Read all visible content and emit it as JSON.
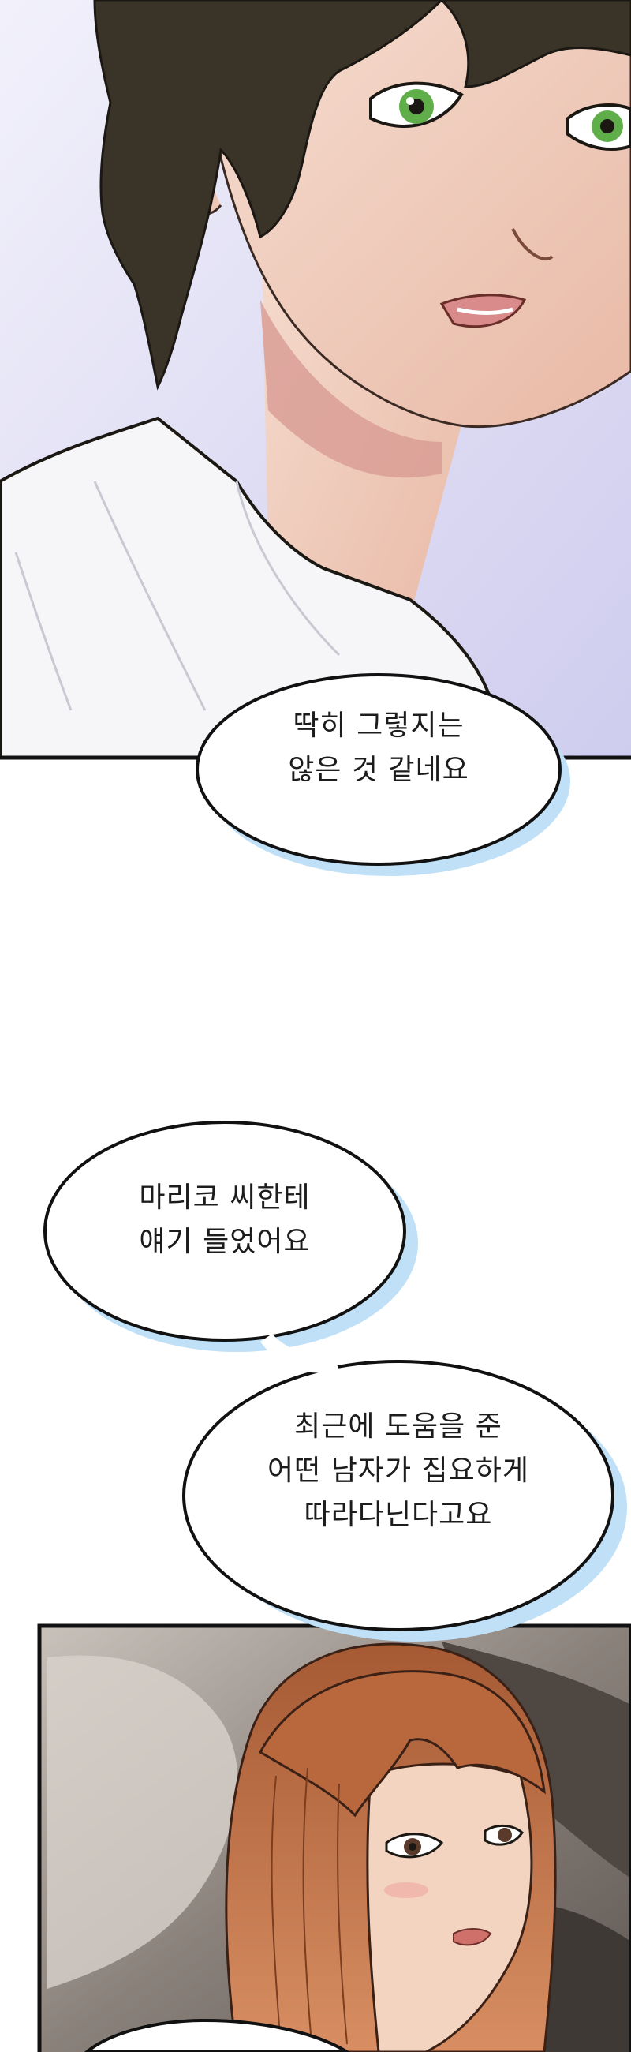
{
  "page": {
    "title": ""
  },
  "panels": [
    {
      "name": "panel-man-closeup"
    },
    {
      "name": "panel-woman-closeup"
    }
  ],
  "bubbles": [
    {
      "lines": [
        "딱히 그렇지는",
        "않은 것 같네요"
      ]
    },
    {
      "lines": [
        "마리코 씨한테",
        "얘기 들었어요"
      ]
    },
    {
      "lines": [
        "최근에 도움을 준",
        "어떤 남자가 집요하게",
        "따라다닌다고요"
      ]
    }
  ],
  "colors": {
    "background": "#ffffff",
    "panel_sky": "#e7e6f7",
    "hair_dark": "#3a3328",
    "skin": "#f3d4c0",
    "shirt": "#f6f6f8",
    "bubble_shadow": "#bfe0f7",
    "outline": "#111111",
    "hair_auburn": "#b9683d",
    "rock": "#7c7470"
  }
}
